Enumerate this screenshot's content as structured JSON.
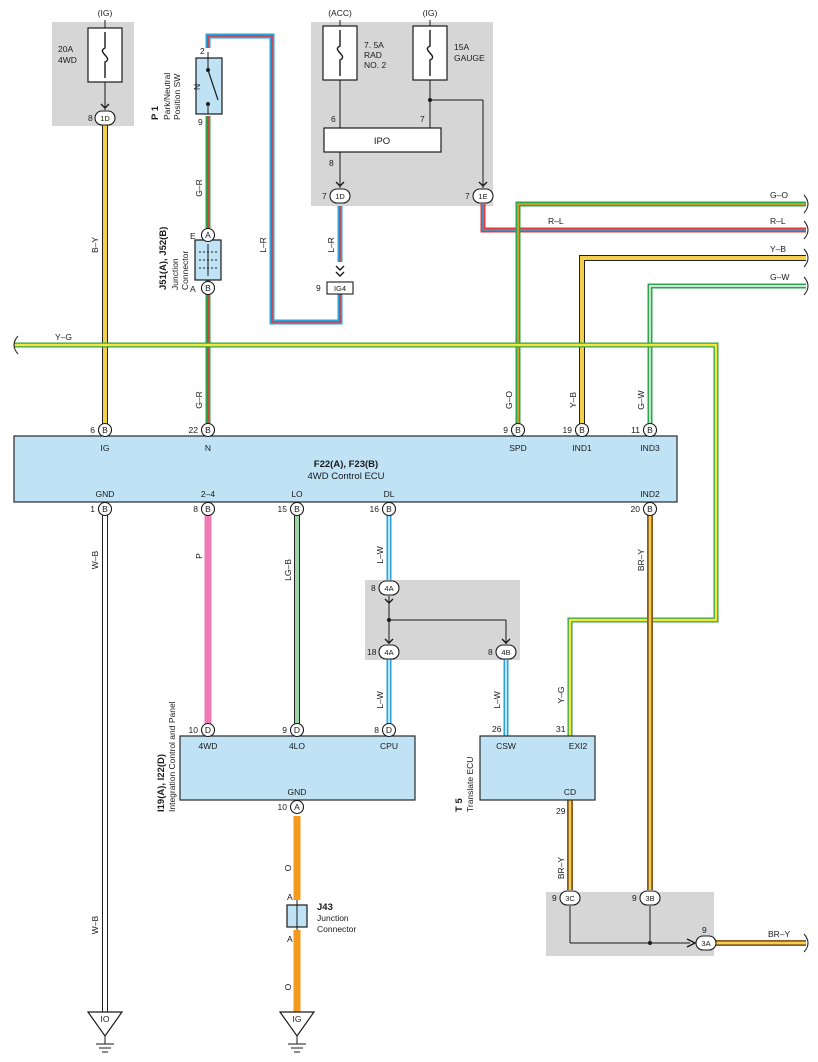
{
  "fuses": {
    "f20a": {
      "supply": "(IG)",
      "rating": [
        "20A",
        "4WD"
      ]
    },
    "f75a": {
      "supply": "(ACC)",
      "rating": [
        "7. 5A",
        "RAD",
        "NO. 2"
      ]
    },
    "f15a": {
      "supply": "(IG)",
      "rating": [
        "15A",
        "GAUGE"
      ]
    }
  },
  "ipo": {
    "name": "IPO",
    "pin_in": "6",
    "pin_in2": "7",
    "pin_out": "8"
  },
  "p1": {
    "code": "P 1",
    "name": [
      "Park/Neutral",
      "Position SW"
    ],
    "symbol": "N",
    "pin_top": "2",
    "pin_bottom": "9"
  },
  "j51": {
    "code": "J51(A), J52(B)",
    "name": [
      "Junction",
      "Connector"
    ],
    "pin_e": "E",
    "pin_a": "A",
    "conn_a": "A",
    "conn_b": "B"
  },
  "connectors": {
    "c1d_top": {
      "pin": "8",
      "id": "1D"
    },
    "c1d_ipo": {
      "pin": "7",
      "id": "1D"
    },
    "c1e": {
      "pin": "7",
      "id": "1E"
    },
    "cig4": {
      "pin": "9",
      "id": "IG4"
    },
    "c4a_top": {
      "pin": "8",
      "id": "4A"
    },
    "c4a_bot": {
      "pin": "18",
      "id": "4A"
    },
    "c4b": {
      "pin": "8",
      "id": "4B"
    },
    "c3c": {
      "pin": "9",
      "id": "3C"
    },
    "c3b": {
      "pin": "9",
      "id": "3B"
    },
    "c3a": {
      "pin": "9",
      "id": "3A"
    }
  },
  "ecu": {
    "code": "F22(A), F23(B)",
    "name": "4WD Control ECU",
    "top_pins": [
      {
        "pin": "6",
        "conn": "B",
        "label": "IG"
      },
      {
        "pin": "22",
        "conn": "B",
        "label": "N"
      },
      {
        "pin": "9",
        "conn": "B",
        "label": "SPD"
      },
      {
        "pin": "19",
        "conn": "B",
        "label": "IND1"
      },
      {
        "pin": "11",
        "conn": "B",
        "label": "IND3"
      }
    ],
    "bottom_pins": [
      {
        "pin": "1",
        "conn": "B",
        "label": "GND"
      },
      {
        "pin": "8",
        "conn": "B",
        "label": "2–4"
      },
      {
        "pin": "15",
        "conn": "B",
        "label": "LO"
      },
      {
        "pin": "16",
        "conn": "B",
        "label": "DL"
      },
      {
        "pin": "20",
        "conn": "B",
        "label": "IND2"
      }
    ]
  },
  "icp": {
    "code": "I19(A), I22(D)",
    "name": "Integration Control and Panel",
    "pins": [
      {
        "pin": "10",
        "conn": "D",
        "label": "4WD"
      },
      {
        "pin": "9",
        "conn": "D",
        "label": "4LO"
      },
      {
        "pin": "8",
        "conn": "D",
        "label": "CPU"
      }
    ],
    "gnd": {
      "pin": "10",
      "conn": "A",
      "label": "GND"
    }
  },
  "t5": {
    "code": "T 5",
    "name": "Translate ECU",
    "pins": [
      {
        "pin": "26",
        "label": "CSW"
      },
      {
        "pin": "31",
        "label": "EXI2"
      },
      {
        "pin": "29",
        "label": "CD"
      }
    ]
  },
  "j43": {
    "code": "J43",
    "name": [
      "Junction",
      "Connector"
    ],
    "pin_top": "A",
    "pin_bottom": "A"
  },
  "grounds": {
    "io": "IO",
    "ig": "IG"
  },
  "wire_labels": {
    "by": "B–Y",
    "gr_top": "G–R",
    "gr_bot": "G–R",
    "lr_long": "L–R",
    "lr_short": "L–R",
    "go_right": "G–O",
    "rl_right": "R–L",
    "rl_mid": "R–L",
    "yb_right": "Y–B",
    "gw_right": "G–W",
    "yg_left": "Y–G",
    "go_vert": "G–O",
    "yb_vert": "Y–B",
    "gw_vert": "G–W",
    "wb_top": "W–B",
    "wb_bot": "W–B",
    "p": "P",
    "lgb": "LG–B",
    "lw_1": "L–W",
    "lw_2": "L–W",
    "lw_3": "L–W",
    "yg_vert": "Y–G",
    "bry_right": "BR–Y",
    "bry_left": "BR–Y",
    "bry_out": "BR–Y",
    "o_1": "O",
    "o_2": "O"
  },
  "colors": {
    "shade": "#d6d6d6",
    "ecu_fill": "#bfe3f5",
    "ecu_stroke": "#2a2a2a",
    "connector_fill": "#ffffff"
  }
}
